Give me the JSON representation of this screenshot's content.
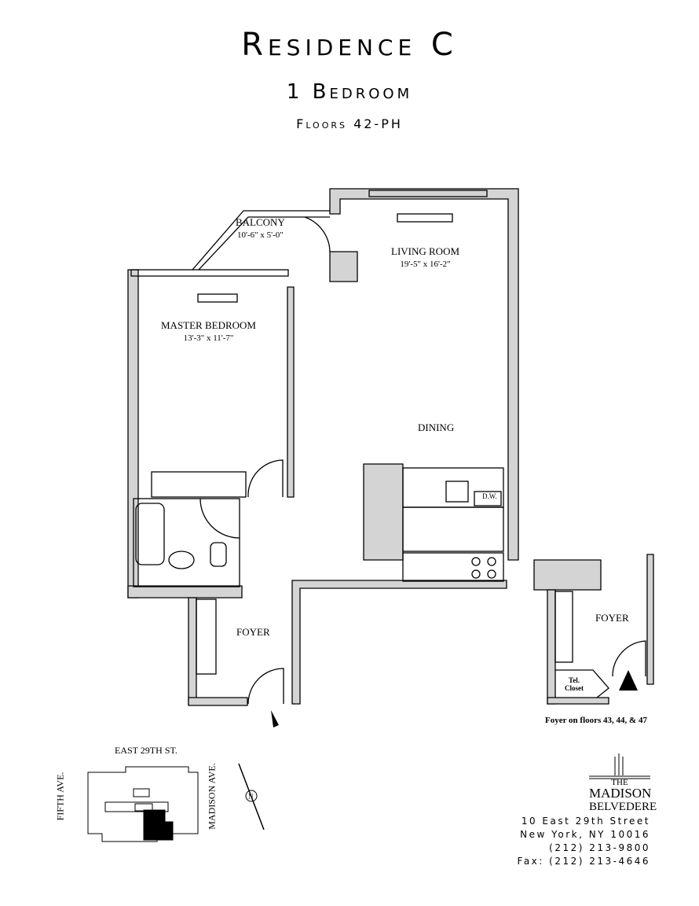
{
  "header": {
    "title": "Residence C",
    "subtitle": "1 Bedroom",
    "floors": "Floors 42-PH"
  },
  "rooms": {
    "balcony": {
      "label": "BALCONY",
      "dims": "10'-6\" x 5'-0\""
    },
    "living_room": {
      "label": "LIVING ROOM",
      "dims": "19'-5\"  x  16'-2\""
    },
    "master_bedroom": {
      "label": "MASTER BEDROOM",
      "dims": "13'-3\"  x  11'-7\""
    },
    "dining": {
      "label": "DINING"
    },
    "dishwasher": {
      "label": "D.W."
    },
    "foyer": {
      "label": "FOYER"
    }
  },
  "alt_foyer": {
    "label": "FOYER",
    "closet": "Tel. Closet",
    "note": "Foyer on floors 43, 44, & 47"
  },
  "site_plan": {
    "north_street": "EAST 29TH ST.",
    "west_street": "FIFTH AVE.",
    "east_street": "MADISON AVE.",
    "compass": "N"
  },
  "brand": {
    "line1": "THE",
    "line2": "MADISON",
    "line3": "BELVEDERE"
  },
  "contact": {
    "address": "10 East 29th Street",
    "city": "New York, NY 10016",
    "phone": "(212) 213-9800",
    "fax": "Fax: (212) 213-4646"
  }
}
